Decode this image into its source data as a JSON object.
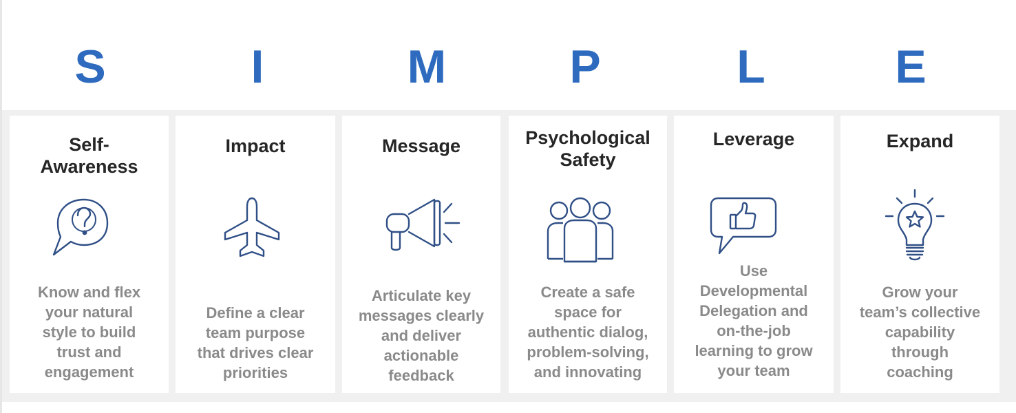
{
  "acronym": {
    "letters": [
      "S",
      "I",
      "M",
      "P",
      "L",
      "E"
    ],
    "color": "#2e6bbf"
  },
  "colors": {
    "icon": "#2f4f86",
    "title": "#262626",
    "description": "#8a8a8a",
    "band": "#f0f0f0"
  },
  "cards": [
    {
      "title": "Self-\nAwareness",
      "icon": "question-speech-bubble-icon",
      "description": "Know and flex\nyour natural\nstyle to build\ntrust and\nengagement"
    },
    {
      "title": "Impact",
      "icon": "airplane-icon",
      "description": "Define a clear\nteam purpose\nthat drives clear\npriorities"
    },
    {
      "title": "Message",
      "icon": "megaphone-icon",
      "description": "Articulate key\nmessages clearly\nand deliver\nactionable\nfeedback"
    },
    {
      "title": "Psychological\nSafety",
      "icon": "group-of-people-icon",
      "description": "Create a safe\nspace for\nauthentic dialog,\nproblem-solving,\nand innovating"
    },
    {
      "title": "Leverage",
      "icon": "thumbs-up-speech-bubble-icon",
      "description": "Use\nDevelopmental\nDelegation and\non-the-job\nlearning to grow\nyour team"
    },
    {
      "title": "Expand",
      "icon": "lightbulb-star-icon",
      "description": "Grow your\nteam’s collective\ncapability\nthrough\ncoaching"
    }
  ]
}
